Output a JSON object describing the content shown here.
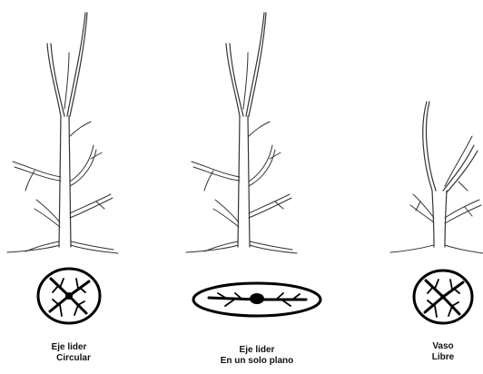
{
  "systems": [
    {
      "line1": "Eje lider",
      "line2": "Circular"
    },
    {
      "line1": "Eje lider",
      "line2": "En un solo plano"
    },
    {
      "line1": "Vaso",
      "line2": "Libre"
    }
  ],
  "colors": {
    "ink": "#000000",
    "tree_line": "#333333",
    "background": "#ffffff"
  }
}
